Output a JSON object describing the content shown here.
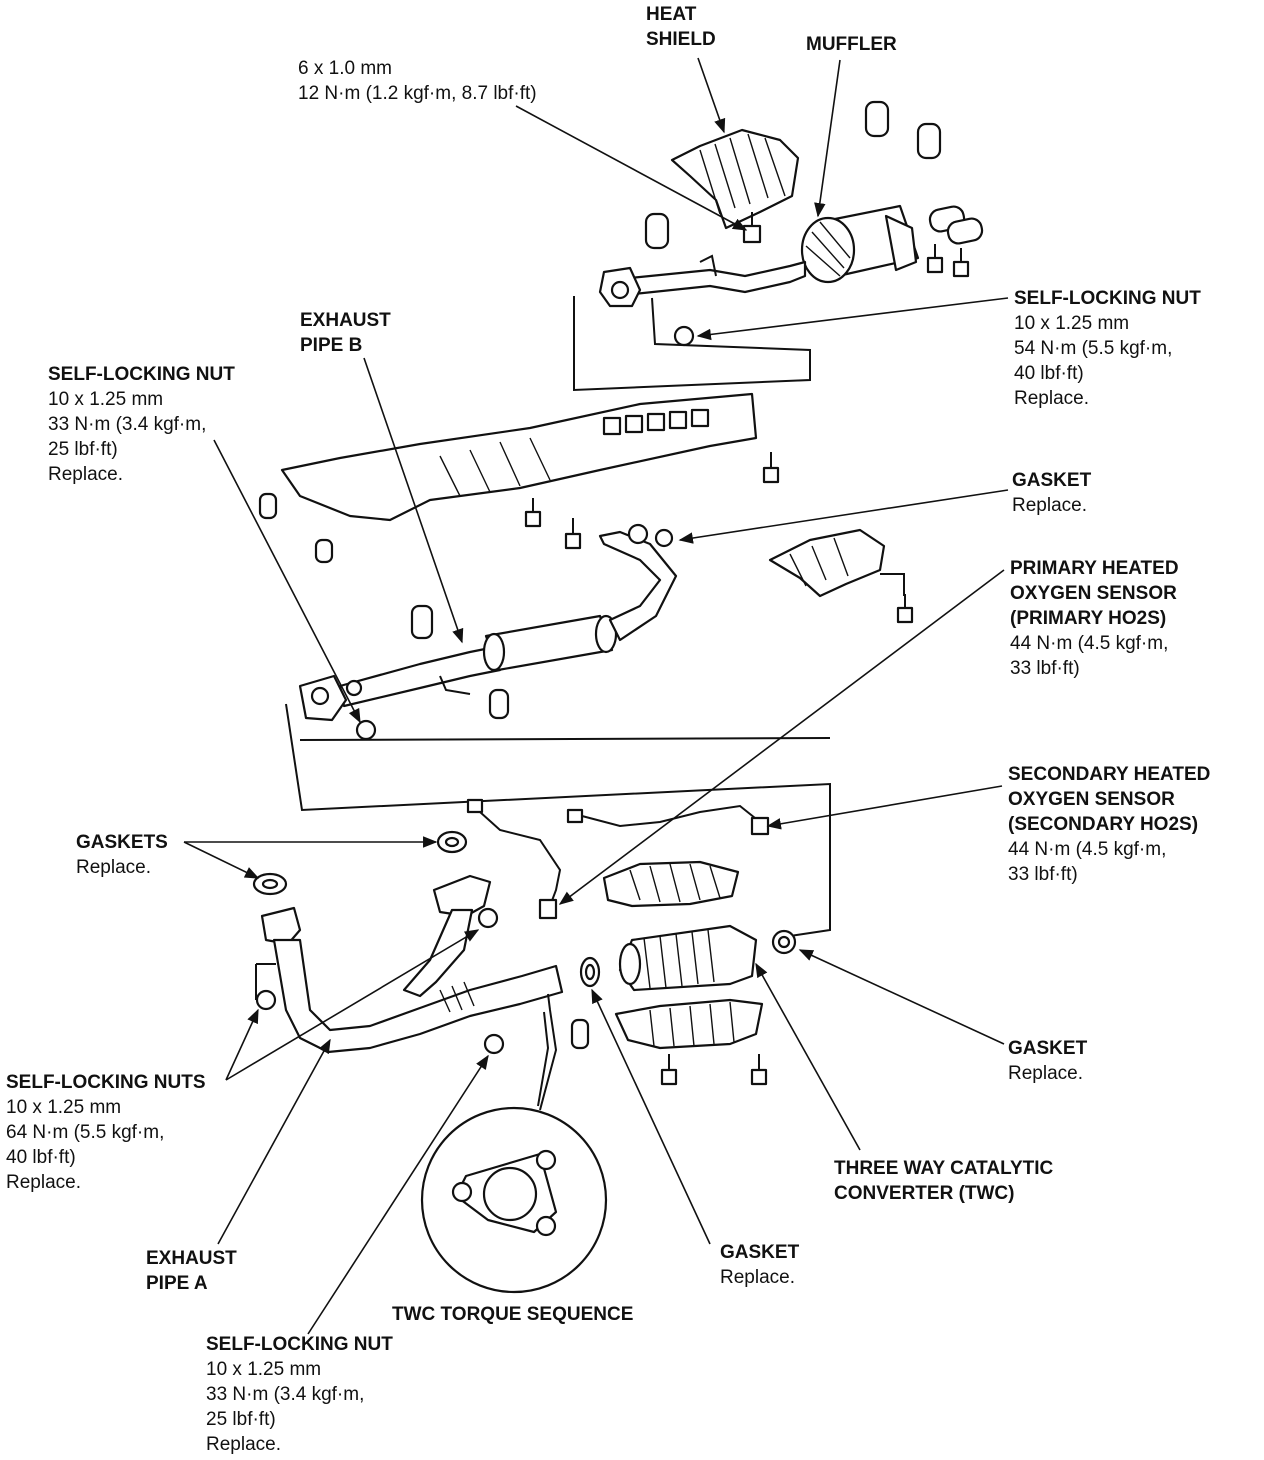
{
  "labels": {
    "heat_shield": {
      "lines": [
        "HEAT",
        "SHIELD"
      ]
    },
    "muffler": {
      "lines": [
        "MUFFLER"
      ]
    },
    "heat_shield_bolt": {
      "lines": [
        "6 x 1.0 mm",
        "12 N·m (1.2 kgf·m, 8.7 lbf·ft)"
      ]
    },
    "muffler_nut": {
      "lines": [
        "SELF-LOCKING NUT",
        "10 x 1.25 mm",
        "54 N·m (5.5 kgf·m,",
        "40 lbf·ft)",
        "Replace."
      ]
    },
    "exhaust_pipe_b": {
      "lines": [
        "EXHAUST",
        "PIPE B"
      ]
    },
    "pipe_b_nut": {
      "lines": [
        "SELF-LOCKING NUT",
        "10 x 1.25 mm",
        "33 N·m (3.4 kgf·m,",
        "25 lbf·ft)",
        "Replace."
      ]
    },
    "gasket_upper": {
      "lines": [
        "GASKET",
        "Replace."
      ]
    },
    "primary_ho2s": {
      "lines": [
        "PRIMARY HEATED",
        "OXYGEN SENSOR",
        "(PRIMARY HO2S)",
        "44 N·m (4.5 kgf·m,",
        "33 lbf·ft)"
      ]
    },
    "secondary_ho2s": {
      "lines": [
        "SECONDARY HEATED",
        "OXYGEN SENSOR",
        "(SECONDARY HO2S)",
        "44 N·m (4.5 kgf·m,",
        "33 lbf·ft)"
      ]
    },
    "gaskets": {
      "lines": [
        "GASKETS",
        "Replace."
      ]
    },
    "self_locking_nuts": {
      "lines": [
        "SELF-LOCKING NUTS",
        "10 x 1.25 mm",
        "64 N·m (5.5 kgf·m,",
        "40 lbf·ft)",
        "Replace."
      ]
    },
    "gasket_right": {
      "lines": [
        "GASKET",
        "Replace."
      ]
    },
    "twc": {
      "lines": [
        "THREE WAY CATALYTIC",
        "CONVERTER (TWC)"
      ]
    },
    "exhaust_pipe_a": {
      "lines": [
        "EXHAUST",
        "PIPE A"
      ]
    },
    "gasket_lower": {
      "lines": [
        "GASKET",
        "Replace."
      ]
    },
    "twc_sequence": {
      "lines": [
        "TWC TORQUE SEQUENCE"
      ]
    },
    "twc_nut": {
      "lines": [
        "SELF-LOCKING NUT",
        "10 x 1.25 mm",
        "33 N·m (3.4 kgf·m,",
        "25 lbf·ft)",
        "Replace."
      ]
    }
  }
}
